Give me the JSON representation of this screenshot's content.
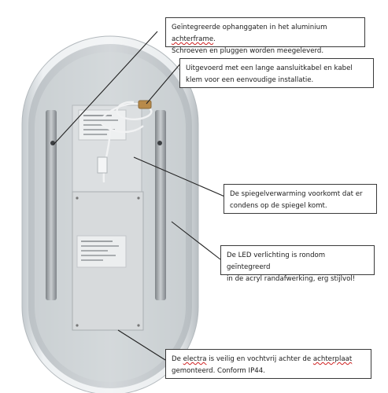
{
  "callouts": [
    {
      "id": "ophanggaten",
      "line1a": "Geïntegreerde ophanggaten in het aluminium ",
      "line1b": "achterframe",
      "line1c": ".",
      "line2": "Schroeven en pluggen worden meegeleverd."
    },
    {
      "id": "aansluitkabel",
      "line1a": "Uitgevoerd met een lange aansluitkabel en kabel",
      "line2": "klem voor een eenvoudige installatie."
    },
    {
      "id": "spiegelverwarming",
      "line1a": "De spiegelverwarming voorkomt dat er",
      "line2": "condens op de spiegel komt."
    },
    {
      "id": "led",
      "line1a": "De LED verlichting is rondom geïntegreerd",
      "line2": "in de acryl randafwerking, erg stijlvol!"
    },
    {
      "id": "electra",
      "line1a": "De ",
      "line1b": "electra",
      "line1c": " is veilig en vochtvrij achter de ",
      "line1d": "achterplaat",
      "line2": "gemonteerd. Conform IP44."
    }
  ],
  "colors": {
    "mirror_rim": "#dfe3e6",
    "mirror_face": "#cdd2d6",
    "plate": "#d4d7da",
    "label_sticker": "#e6e8e9",
    "rail": "#9ea3a6",
    "leader_line": "#222222",
    "spellcheck_underline": "#d02020"
  }
}
